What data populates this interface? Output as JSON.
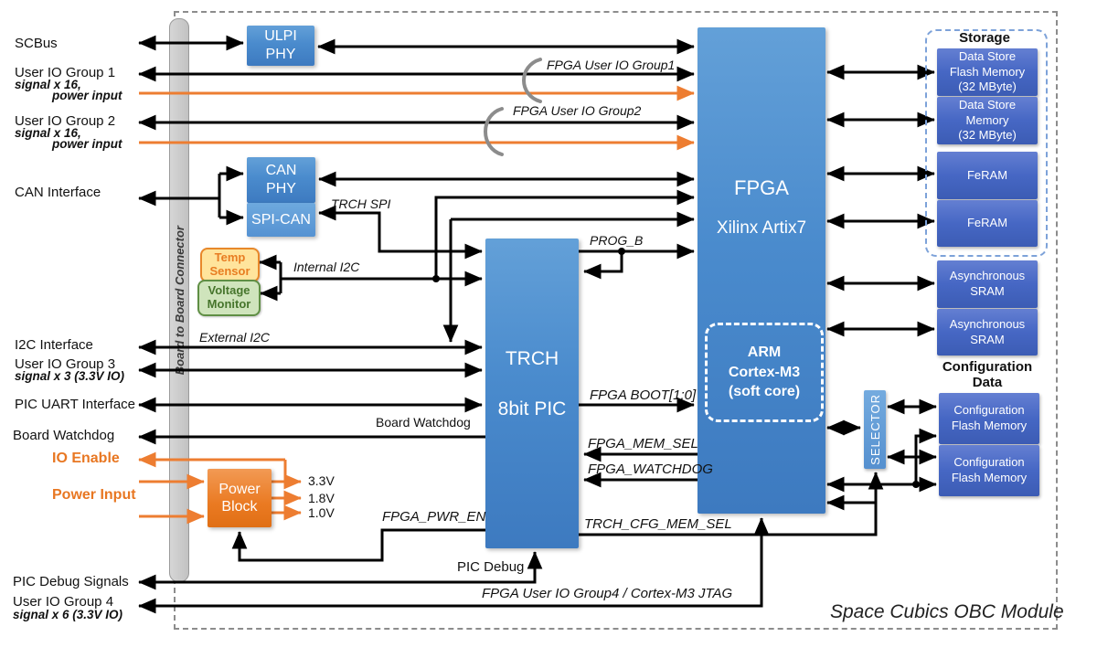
{
  "module_label": "Space Cubics OBC Module",
  "connector": {
    "label": "Board to Board Connector"
  },
  "left_ports": {
    "scbus": {
      "label": "SCBus"
    },
    "group1": {
      "label": "User IO Group 1",
      "sub1": "signal x 16,",
      "sub2": "power input"
    },
    "group2": {
      "label": "User IO Group 2",
      "sub1": "signal x 16,",
      "sub2": "power input"
    },
    "can": {
      "label": "CAN Interface"
    },
    "i2c": {
      "label": "I2C Interface"
    },
    "group3": {
      "label": "User IO Group 3",
      "sub1": "signal x 3 (3.3V IO)"
    },
    "pic_uart": {
      "label": "PIC UART Interface"
    },
    "board_watchdog": {
      "label": "Board Watchdog"
    },
    "io_enable": {
      "label": "IO Enable"
    },
    "power_input": {
      "label": "Power Input"
    },
    "pic_debug": {
      "label": "PIC Debug Signals"
    },
    "group4": {
      "label": "User IO Group 4",
      "sub1": "signal x 6 (3.3V IO)"
    }
  },
  "blocks": {
    "ulpi_phy": "ULPI\nPHY",
    "can_phy": "CAN\nPHY",
    "spi_can": "SPI-CAN",
    "temp_sensor": "Temp\nSensor",
    "voltage_monitor": "Voltage\nMonitor",
    "trch_line1": "TRCH",
    "trch_line2": "8bit PIC",
    "fpga_line1": "FPGA",
    "fpga_line2": "Xilinx Artix7",
    "arm_core": "ARM\nCortex-M3\n(soft core)",
    "power_block": "Power\nBlock",
    "selector": "SELECTOR"
  },
  "storage": {
    "title": "Storage",
    "items": [
      "Data Store\nFlash Memory\n(32 MByte)",
      "Data Store\nMemory\n(32 MByte)",
      "FeRAM",
      "FeRAM"
    ]
  },
  "memories": {
    "sram1": "Asynchronous\nSRAM",
    "sram2": "Asynchronous\nSRAM",
    "config_title": "Configuration\nData",
    "cfm1": "Configuration\nFlash Memory",
    "cfm2": "Configuration\nFlash Memory"
  },
  "signals": {
    "group1": "FPGA User IO Group1",
    "group2": "FPGA User IO Group2",
    "trch_spi": "TRCH SPI",
    "internal_i2c": "Internal I2C",
    "external_i2c": "External I2C",
    "prog_b": "PROG_B",
    "fpga_boot": "FPGA BOOT[1:0]",
    "board_watchdog": "Board Watchdog",
    "fpga_mem_sel": "FPGA_MEM_SEL",
    "fpga_watchdog": "FPGA_WATCHDOG",
    "fpga_pwr_en": "FPGA_PWR_EN",
    "trch_cfg_mem_sel": "TRCH_CFG_MEM_SEL",
    "pic_debug": "PIC Debug",
    "group4_jtag": "FPGA User IO Group4 / Cortex-M3 JTAG"
  },
  "power_rails": [
    "3.3V",
    "1.8V",
    "1.0V"
  ],
  "colors": {
    "line_black": "#000000",
    "line_orange": "#ED7D31",
    "accent_blue": "#4A8CCB",
    "storage_blue": "#4467C4"
  }
}
